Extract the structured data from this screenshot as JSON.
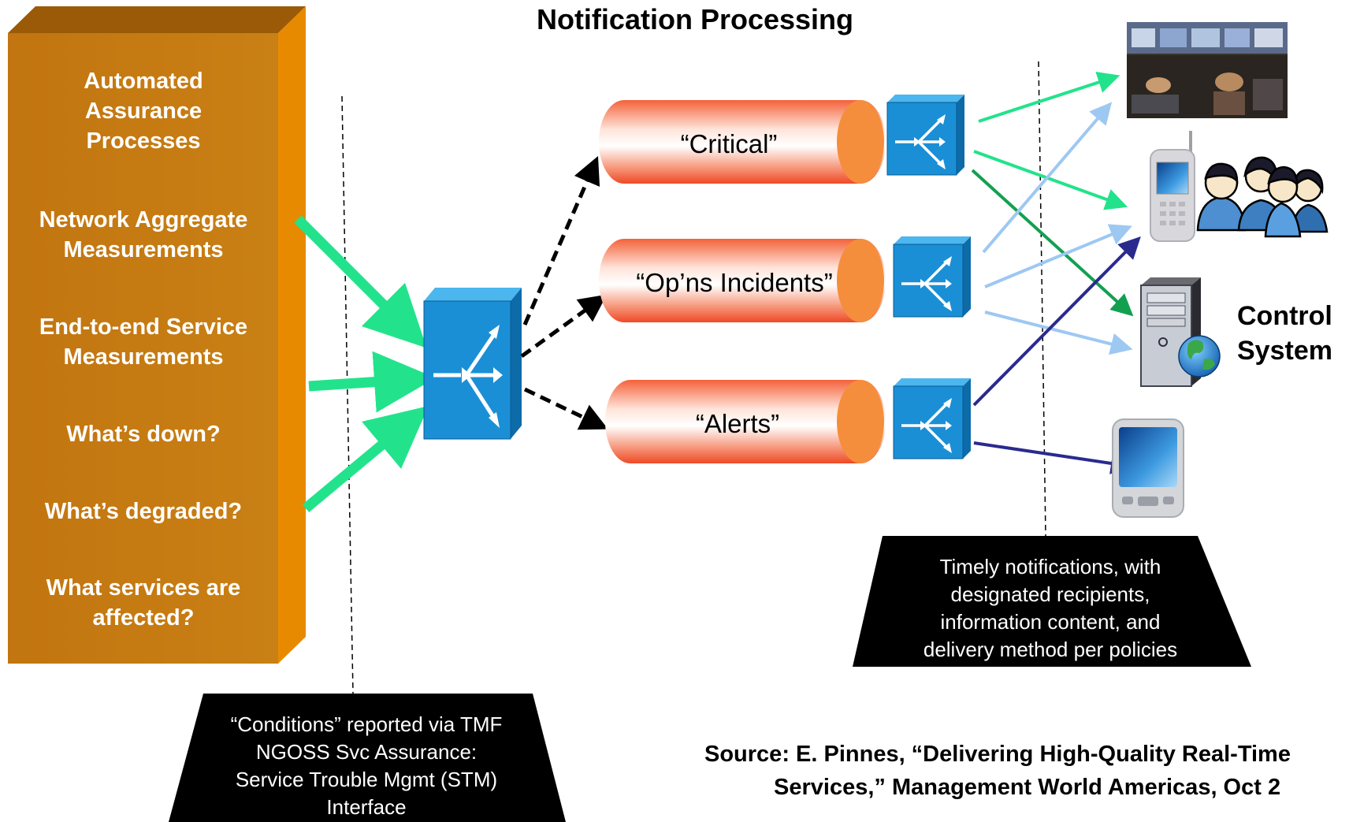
{
  "title": "Notification Processing",
  "left_box": {
    "items": [
      [
        "Automated",
        "Assurance",
        "Processes"
      ],
      [
        "Network Aggregate",
        "Measurements"
      ],
      [
        "End-to-end Service",
        "Measurements"
      ],
      [
        "What’s down?"
      ],
      [
        "What’s degraded?"
      ],
      [
        "What services are",
        "affected?"
      ]
    ]
  },
  "queues": {
    "critical": "“Critical”",
    "incidents": "“Op’ns Incidents”",
    "alerts": "“Alerts”"
  },
  "control_system": [
    "Control",
    "System"
  ],
  "bottom_left_note": [
    "“Conditions” reported via TMF",
    "NGOSS Svc Assurance:",
    "Service Trouble Mgmt (STM)",
    "Interface"
  ],
  "right_note": [
    "Timely notifications, with",
    "designated recipients,",
    "information content,  and",
    "delivery method per policies"
  ],
  "source": [
    "Source:   E. Pinnes, “Delivering High-Quality Real-Time",
    "Services,”  Management World Americas, Oct 2"
  ],
  "icons": [
    "router-icon",
    "operations-center-photo",
    "cell-phone-icon",
    "people-group-icon",
    "server-tower-icon",
    "globe-icon",
    "pda-icon"
  ],
  "colors": {
    "left_box": "#C8780E",
    "left_box_edge": "#E88A00",
    "cylinder": "#F36B3E",
    "router": "#1A8FD6",
    "green_arrow": "#22E38B",
    "dark_green_arrow": "#12A050",
    "light_blue_arrow": "#9DC8F2",
    "navy_arrow": "#2A2A8E"
  }
}
